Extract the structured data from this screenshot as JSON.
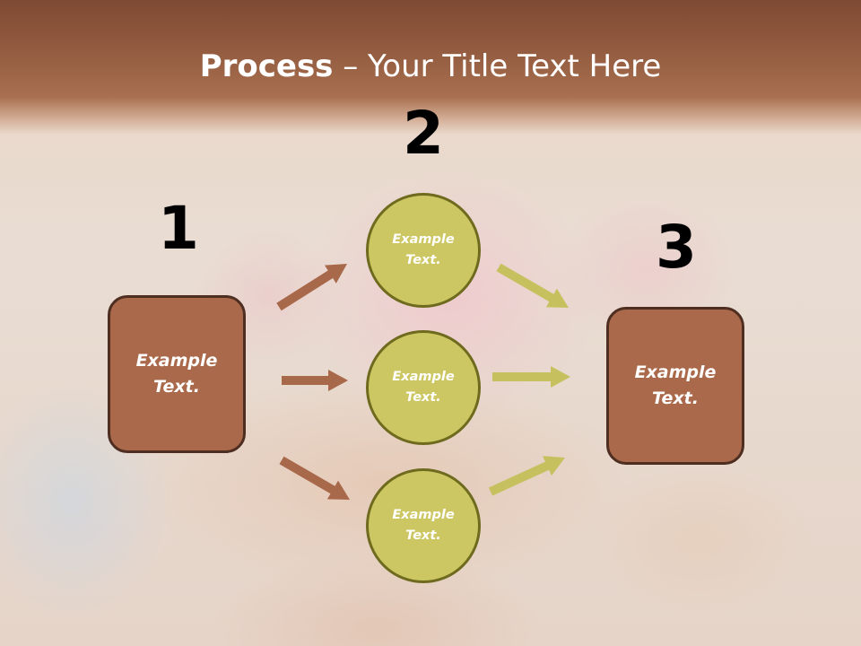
{
  "title": {
    "bold": "Process",
    "rest": " – Your Title Text Here"
  },
  "steps": [
    {
      "number": "1",
      "text_line1": "Example",
      "text_line2": "Text."
    },
    {
      "number": "2",
      "circles": [
        {
          "text_line1": "Example",
          "text_line2": "Text."
        },
        {
          "text_line1": "Example",
          "text_line2": "Text."
        },
        {
          "text_line1": "Example",
          "text_line2": "Text."
        }
      ]
    },
    {
      "number": "3",
      "text_line1": "Example",
      "text_line2": "Text."
    }
  ],
  "colors": {
    "title_bar": "#925a3f",
    "box_fill": "#a9694a",
    "box_border": "#4f2e22",
    "circle_fill": "#cdc763",
    "circle_border": "#6e6a1e",
    "arrow_brown": "#a8684a",
    "arrow_olive": "#c6c15e"
  }
}
